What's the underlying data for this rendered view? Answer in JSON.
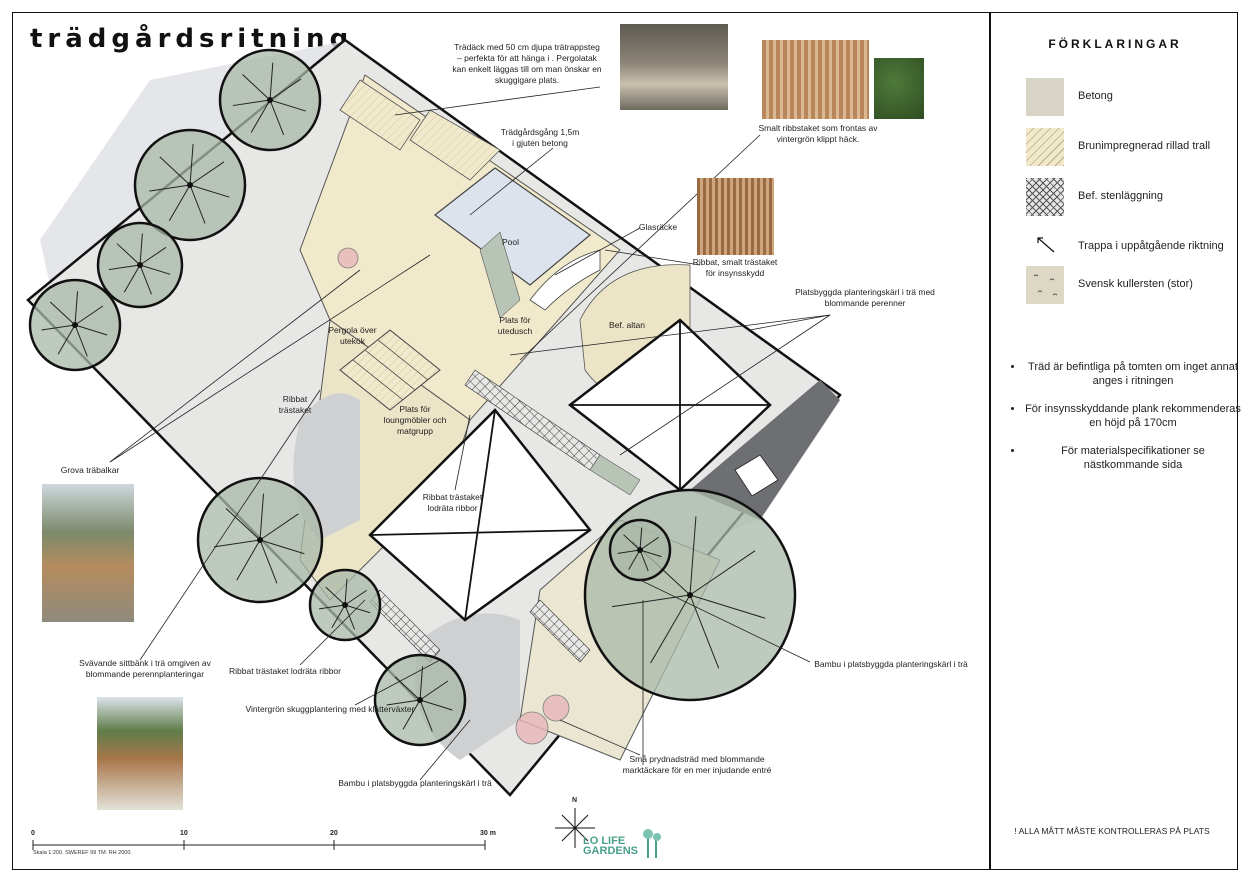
{
  "title": "trädgårdsritning",
  "plan": {
    "area_labels": {
      "pool": "Pool",
      "altan": "Bef. altan",
      "dusch": "Plats för utedusch",
      "pergola": "Pergola över utekök",
      "lounge": "Plats för loungmöbler och matgrupp",
      "ribbat": "Ribbat trästaket"
    }
  },
  "annotations": [
    "Trädäck med 50 cm djupa trätrappsteg – perfekta för att hänga i . Pergolatak kan enkelt läggas till om man önskar en skuggigare plats.",
    "Trädgårdsgång 1,5m i gjuten betong",
    "Smalt ribbstaket som frontas av vintergrön klippt häck.",
    "Glasräcke",
    "Ribbat, smalt trästaket för insynsskydd",
    "Platsbyggda planteringskärl i trä med blommande perenner",
    "Grova träbalkar",
    "Ribbat trästaket lodräta ribbor",
    "Bambu i platsbyggda planteringskärl i trä",
    "Svävande sittbänk i trä omgiven av blommande perennplanteringar",
    "Ribbat trästaket lodräta ribbor",
    "Vintergrön skuggplantering med klätterväxter",
    "Bambu i platsbyggda planteringskärl i trä",
    "Små prydnadsträd med blommande marktäckare för en mer injudande entré"
  ],
  "legend": {
    "title": "FÖRKLARINGAR",
    "items": [
      {
        "label": "Betong",
        "swatch": "concrete-swatch",
        "color": "#d9d5c6"
      },
      {
        "label": "Brunimpregnerad rillad trall",
        "swatch": "decking-swatch",
        "color": "#f1e9cc"
      },
      {
        "label": "Bef. stenläggning",
        "swatch": "paving-swatch",
        "color": "#8a8a8a"
      },
      {
        "label": "Trappa i uppåtgående riktning",
        "swatch": "stair-arrow-icon",
        "color": "#111111"
      },
      {
        "label": "Svensk kullersten (stor)",
        "swatch": "cobblestone-swatch",
        "color": "#ddd8c4"
      }
    ]
  },
  "notes": [
    "Träd är befintliga på tomten om inget annat anges i ritningen",
    "För insynsskyddande plank rekommenderas en höjd på 170cm",
    "För materialspecifikationer se nästkommande sida"
  ],
  "footer_note": "! ALLA MÅTT MÅSTE KONTROLLERAS PÅ PLATS",
  "scale": {
    "ticks": [
      "0",
      "10",
      "20",
      "30 m"
    ],
    "text": "Skala 1:200. SWEREF 99 TM. RH 2000."
  },
  "north_label": "N",
  "brand": {
    "line1": "LO LIFE",
    "line2": "GARDENS"
  },
  "colors": {
    "concrete": "#d9d5c6",
    "decking": "#f1e9cc",
    "greenery": "#a9b8a8",
    "pool": "#dde3ec"
  }
}
